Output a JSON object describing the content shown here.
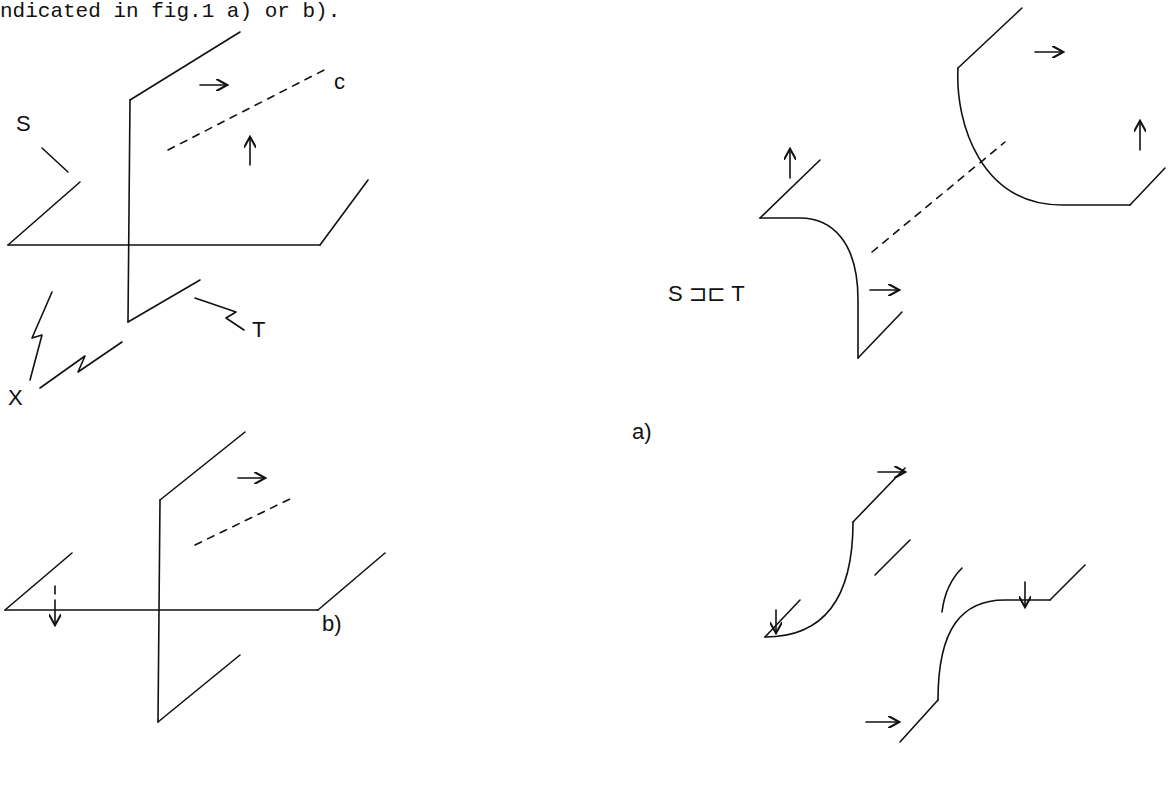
{
  "diagram": {
    "labels": [
      "ndicated in fig.1 a) or b).",
      "S",
      "c",
      "X",
      "T",
      "S ⊐⊏ T",
      "a)",
      "b)"
    ]
  }
}
